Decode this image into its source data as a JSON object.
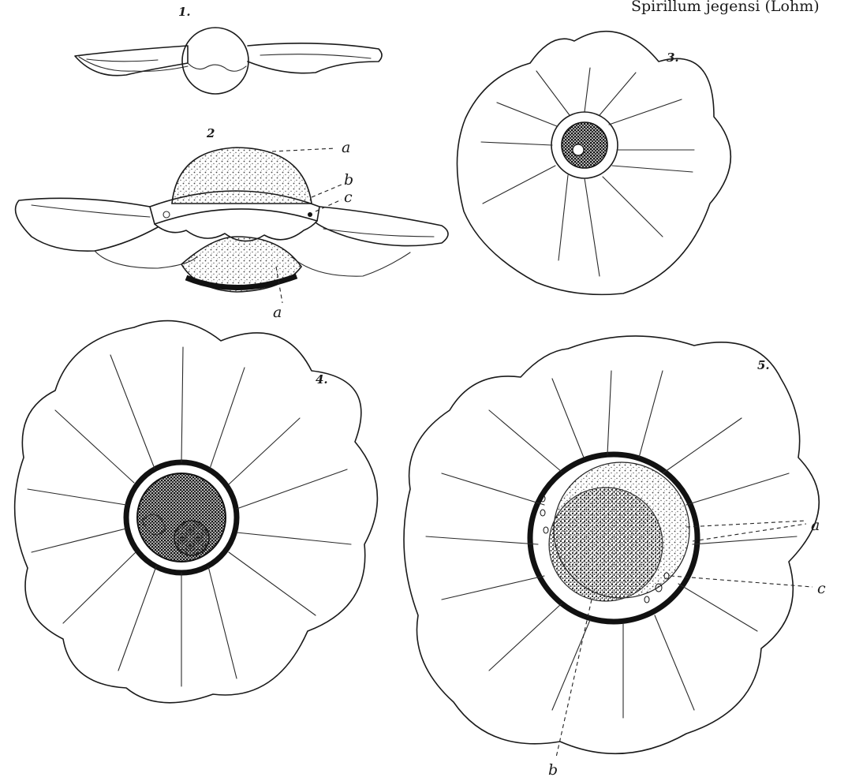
{
  "header": {
    "text": "Spirillum jegensi (Lohm)"
  },
  "figures": [
    {
      "number": "1."
    },
    {
      "number": "2",
      "labels": [
        "a",
        "b",
        "c",
        "a"
      ]
    },
    {
      "number": "3."
    },
    {
      "number": "4."
    },
    {
      "number": "5.",
      "labels": [
        "a",
        "c",
        "b"
      ]
    }
  ]
}
